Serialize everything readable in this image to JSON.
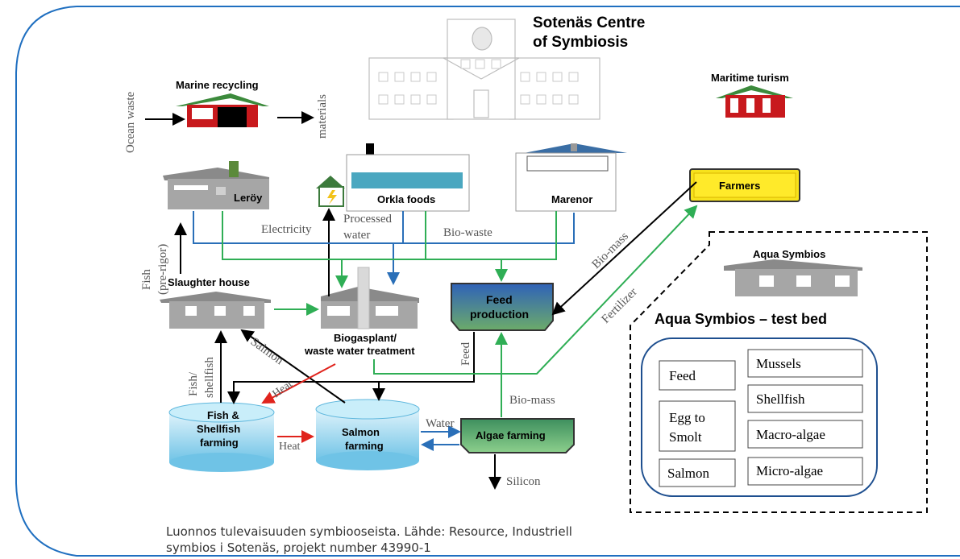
{
  "center": {
    "title_line1": "Sotenäs Centre",
    "title_line2": "of Symbiosis"
  },
  "labels": {
    "marine_recycling": "Marine recycling",
    "ocean_waste": "Ocean waste",
    "materials": "materials",
    "maritime_turism": "Maritime turism",
    "leroy": "Leröy",
    "orkla": "Orkla foods",
    "marenor": "Marenor",
    "farmers": "Farmers",
    "electricity": "Electricity",
    "processed_water_1": "Processed",
    "processed_water_2": "water",
    "bio_waste": "Bio-waste",
    "fish_pre_rigor_1": "Fish",
    "fish_pre_rigor_2": "(pre-rigor)",
    "slaughter_house": "Slaughter house",
    "biogas_1": "Biogasplant/",
    "biogas_2": "waste water treatment",
    "feed_production_1": "Feed",
    "feed_production_2": "production",
    "bio_mass_top": "Bio-mass",
    "fertilizer": "Fertilizer",
    "salmon_arrow": "Salmon",
    "fish_shellfish_1": "Fish/",
    "fish_shellfish_2": "shellfish",
    "heat_1": "Heat",
    "heat_2": "Heat",
    "feed_arrow": "Feed",
    "bio_mass_bottom": "Bio-mass",
    "water": "Water",
    "silicon": "Silicon",
    "fish_farm_1": "Fish &",
    "fish_farm_2": "Shellfish",
    "fish_farm_3": "farming",
    "salmon_farm_1": "Salmon",
    "salmon_farm_2": "farming",
    "algae_farming": "Algae farming",
    "aqua_symbios": "Aqua Symbios",
    "test_bed_title": "Aqua Symbios – test bed"
  },
  "test_bed": {
    "feed": "Feed",
    "egg_1": "Egg to",
    "egg_2": "Smolt",
    "salmon": "Salmon",
    "mussels": "Mussels",
    "shellfish": "Shellfish",
    "macro_algae": "Macro-algae",
    "micro_algae": "Micro-algae"
  },
  "caption": {
    "line1": "Luonnos tulevaisuuden symbiooseista.  Lähde: Resource, Industriell",
    "line2": "symbios i Sotenäs, projekt number 43990-1"
  },
  "colors": {
    "frame": "#1f6fc0",
    "green_flow": "#2fae55",
    "blue_flow": "#2a6fb8",
    "heat": "#e0231c",
    "farmers_fill": "#f7e21c",
    "feed_fill": "#3b78c9",
    "algae_fill": "#4aa06a",
    "building_gray": "#a6a6a6",
    "red_house": "#c8191d"
  }
}
